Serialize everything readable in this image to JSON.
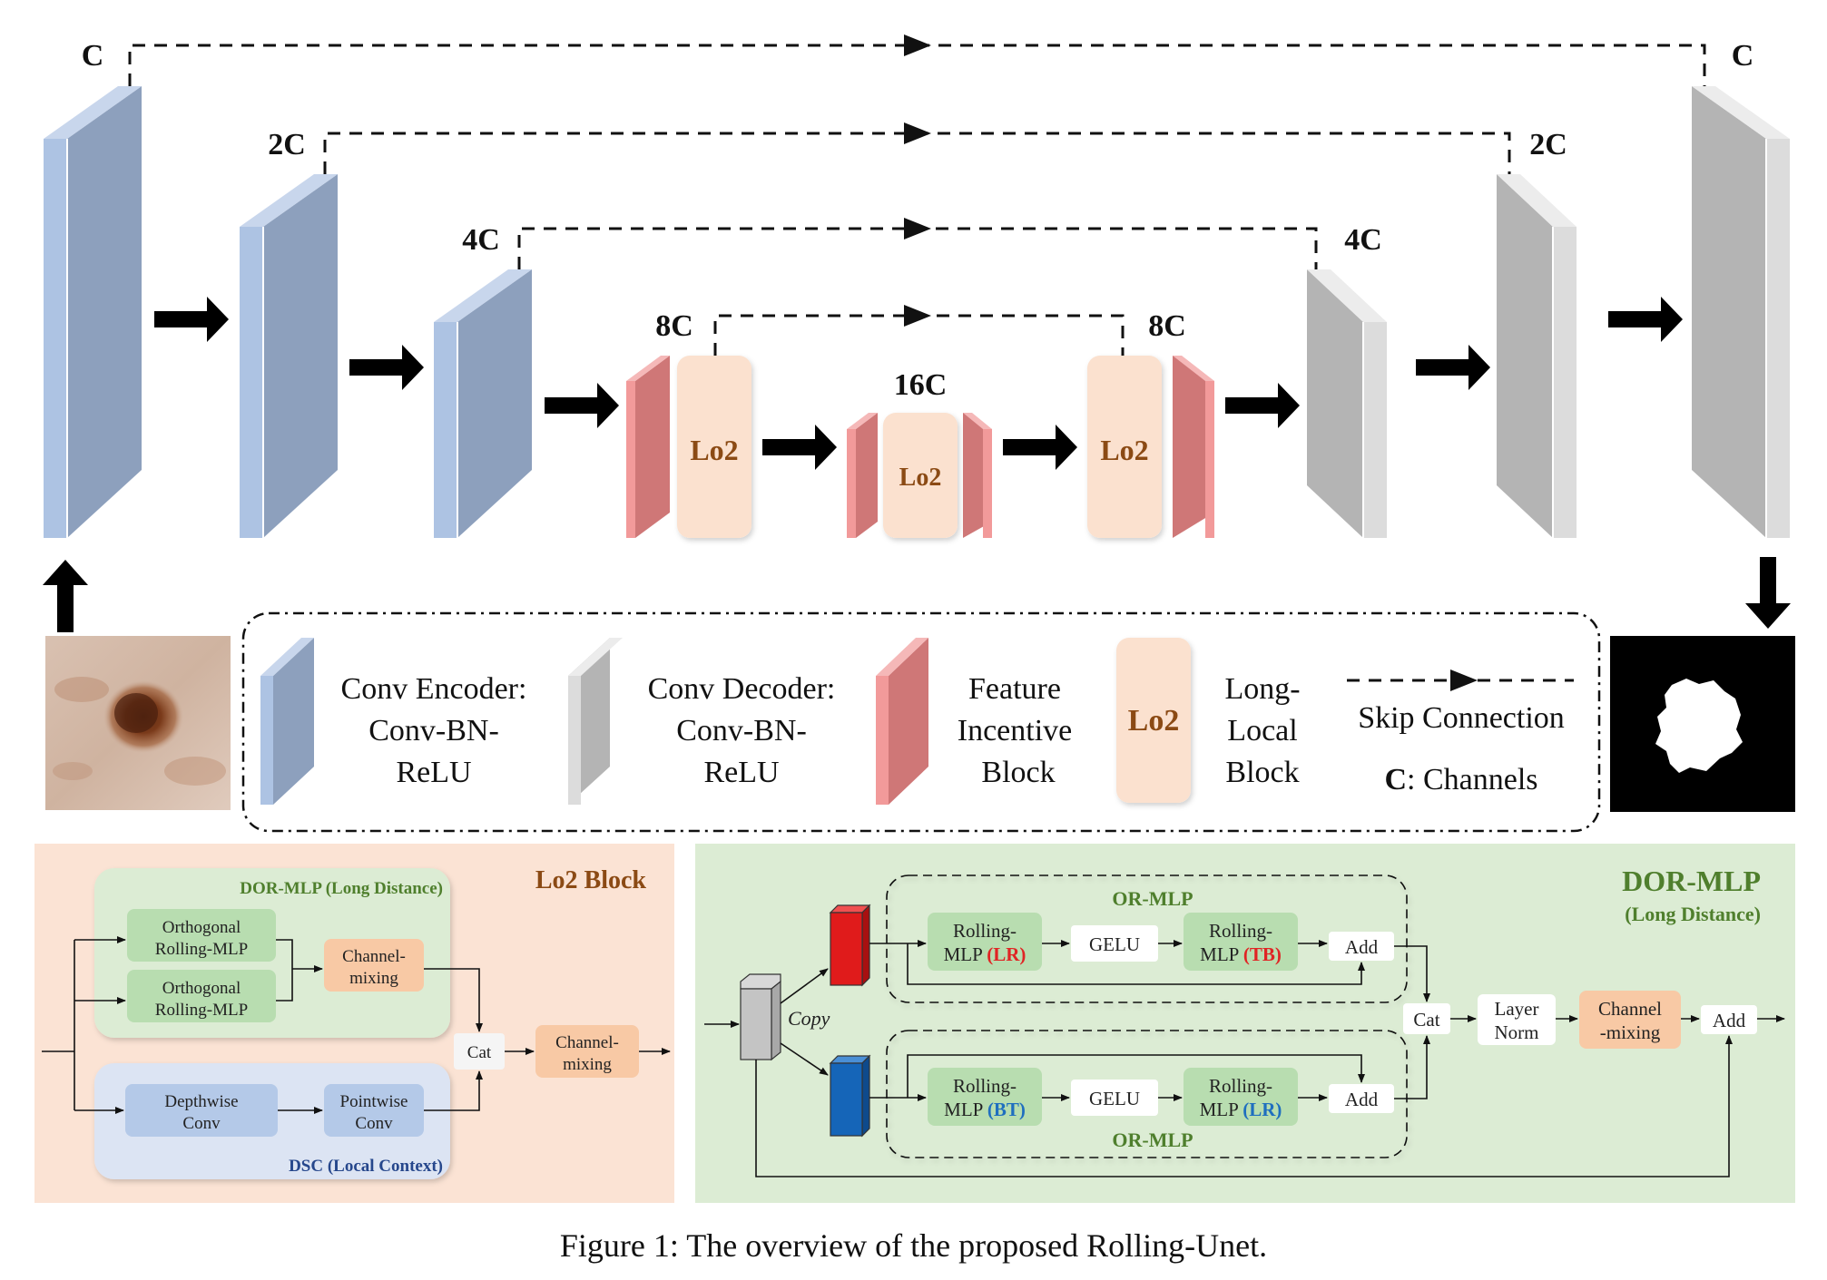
{
  "top": {
    "channel_labels": {
      "c_left": "C",
      "c2_left": "2C",
      "c4_left": "4C",
      "c8_left": "8C",
      "c16": "16C",
      "c8_right": "8C",
      "c4_right": "4C",
      "c2_right": "2C",
      "c_right": "C"
    },
    "lo2_labels": {
      "left": "Lo2",
      "bottleneck": "Lo2",
      "right": "Lo2"
    }
  },
  "legend": {
    "encoder": [
      "Conv Encoder:",
      "Conv-BN-",
      "ReLU"
    ],
    "decoder": [
      "Conv Decoder:",
      "Conv-BN-",
      "ReLU"
    ],
    "feature": [
      "Feature",
      "Incentive",
      "Block"
    ],
    "lo2_icon": "Lo2",
    "long_local": [
      "Long-",
      "Local",
      "Block"
    ],
    "skip": "Skip Connection",
    "channels_bold": "C",
    "channels_rest": ": Channels"
  },
  "lo2_block": {
    "title": "Lo2 Block",
    "dor_title": "DOR-MLP (Long Distance)",
    "orth1": [
      "Orthogonal",
      "Rolling-MLP"
    ],
    "orth2": [
      "Orthogonal",
      "Rolling-MLP"
    ],
    "chmix1": [
      "Channel-",
      "mixing"
    ],
    "cat": "Cat",
    "chmix2": [
      "Channel-",
      "mixing"
    ],
    "depthwise": [
      "Depthwise",
      "Conv"
    ],
    "pointwise": [
      "Pointwise",
      "Conv"
    ],
    "dsc_title": "DSC (Local Context)"
  },
  "dor_mlp": {
    "title": "DOR-MLP",
    "subtitle": "(Long Distance)",
    "copy": "Copy",
    "or_top": "OR-MLP",
    "or_bottom": "OR-MLP",
    "top_row": {
      "r1_a": "Rolling-",
      "r1_b": "MLP ",
      "r1_c": "(LR)",
      "gelu": "GELU",
      "r2_a": "Rolling-",
      "r2_b": "MLP ",
      "r2_c": "(TB)",
      "add": "Add"
    },
    "bottom_row": {
      "r1_a": "Rolling-",
      "r1_b": "MLP ",
      "r1_c": "(BT)",
      "gelu": "GELU",
      "r2_a": "Rolling-",
      "r2_b": "MLP ",
      "r2_c": "(LR)",
      "add": "Add"
    },
    "cat": "Cat",
    "layer_norm": [
      "Layer",
      "Norm"
    ],
    "channel_mixing": [
      "Channel",
      "-mixing"
    ],
    "add": "Add"
  },
  "caption": "Figure 1: The overview of the proposed Rolling-Unet.",
  "colors": {
    "encoder_front": "#adc3e3",
    "encoder_side": "#8da0bd",
    "decoder_front": "#dcdcdc",
    "decoder_side": "#b4b4b4",
    "fib_front": "#f29a9a",
    "fib_side": "#cf7777",
    "lo2_fill": "#fbe1cf",
    "lo2_text": "#8b4a14",
    "lo2_panel": "#fbe3d4",
    "dor_panel": "#dcecd4",
    "green_box": "#b8ddb0",
    "green_text": "#4f7f2d",
    "blue_box": "#b4c9e8",
    "blue_panel": "#dce4f3",
    "dsc_text": "#26478c",
    "red_text": "#e02424",
    "blue_text": "#1f6fbf",
    "red_cube": "#e01b1b",
    "blue_cube": "#1565b8",
    "gray_cube": "#c4c4c4",
    "chmix_box": "#f8c9a5"
  }
}
